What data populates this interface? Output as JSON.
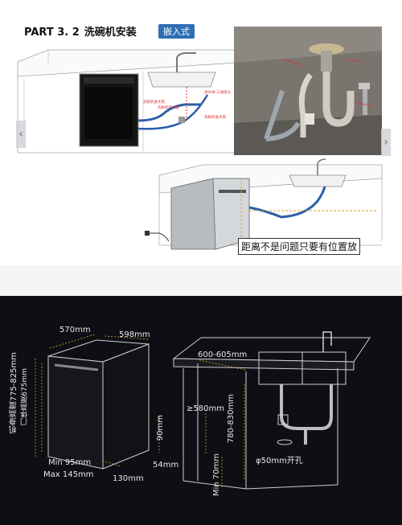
{
  "header": {
    "title_part": "PART 3. 2",
    "title_text": "洗碗机安装",
    "badge": "嵌入式"
  },
  "diagram1": {
    "labels": [
      "洗碗机进水管",
      "洗碗机排水管",
      "进水阀-三通接头",
      "洗碗机进水管"
    ]
  },
  "nav": {
    "prev": "‹",
    "next": "›"
  },
  "diagram2": {
    "note": "距离不是问题只要有位置放"
  },
  "dimensions": {
    "depth": "570mm",
    "width": "598mm",
    "machine_height": "机身高度775-825mm",
    "door_height": "门体高度675mm",
    "min_toe": "Min 95mm",
    "max_toe": "Max 145mm",
    "foot_depth": "130mm",
    "side_gap": "54mm",
    "top_gap": "90mm",
    "cabinet_width": "600-605mm",
    "cabinet_depth": "≥580mm",
    "cabinet_height": "780-830mm",
    "hole": "φ50mm开孔",
    "min_height": "Min 70mm"
  },
  "colors": {
    "accent": "#2f6fb3",
    "highlight_line": "#e0a020",
    "hose_blue": "#2b5fa8",
    "dark_bg": "#0d0f14"
  }
}
